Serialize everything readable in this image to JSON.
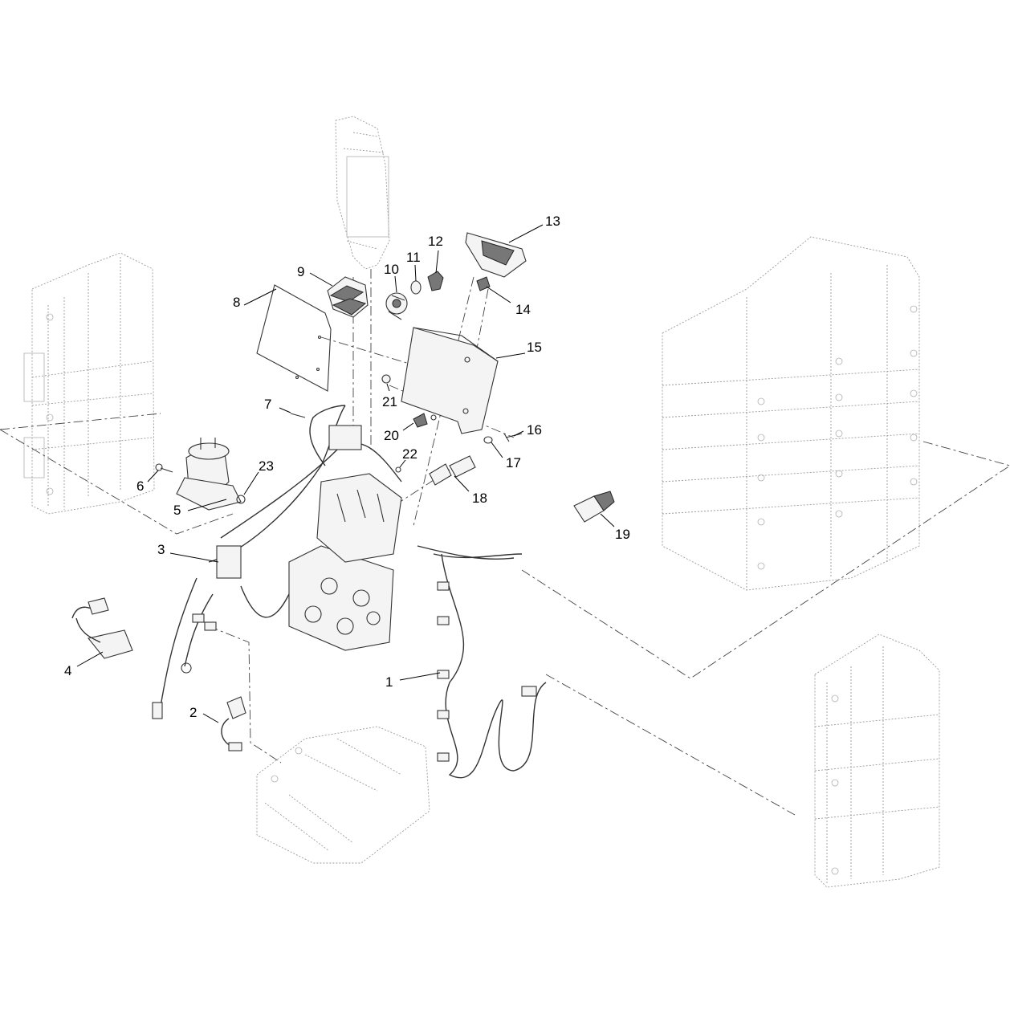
{
  "callouts": [
    {
      "label": "1"
    },
    {
      "label": "2"
    },
    {
      "label": "3"
    },
    {
      "label": "4"
    },
    {
      "label": "5"
    },
    {
      "label": "6"
    },
    {
      "label": "7"
    },
    {
      "label": "8"
    },
    {
      "label": "9"
    },
    {
      "label": "10"
    },
    {
      "label": "11"
    },
    {
      "label": "12"
    },
    {
      "label": "13"
    },
    {
      "label": "14"
    },
    {
      "label": "15"
    },
    {
      "label": "16"
    },
    {
      "label": "17"
    },
    {
      "label": "18"
    },
    {
      "label": "19"
    },
    {
      "label": "20"
    },
    {
      "label": "21"
    },
    {
      "label": "22"
    },
    {
      "label": "23"
    }
  ]
}
